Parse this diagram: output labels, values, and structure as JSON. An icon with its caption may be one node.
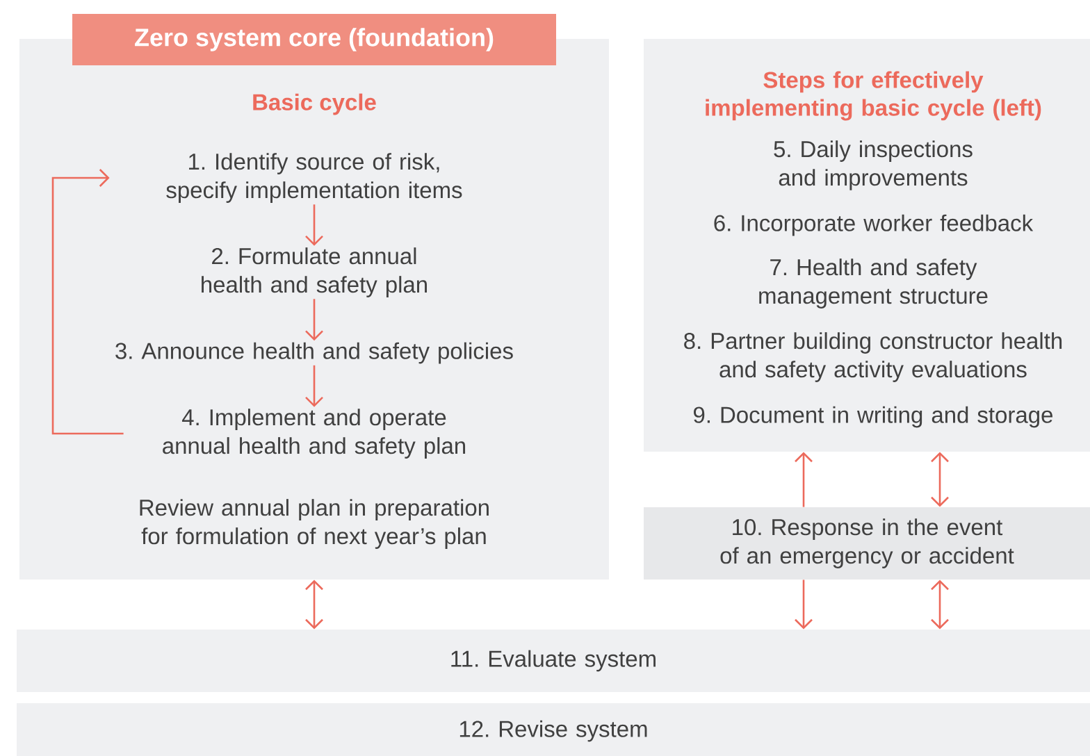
{
  "diagram": {
    "nodes": [
      {
        "text": [
          "Zero system core (foundation)",
          "Basic cycle"
        ]
      },
      {
        "text": [
          "1. Identify source of risk, specify implementation items"
        ],
        "in": 0
      },
      {
        "text": [
          "2. Formulate annual health and safety plan"
        ],
        "in": 0
      },
      {
        "text": [
          "3. Announce health and safety policies"
        ],
        "in": 0
      },
      {
        "text": [
          "4. Implement and operate annual health and safety plan"
        ],
        "in": 0
      },
      {
        "text": [
          "Steps for effectively implementing basic cycle (left)",
          "5. Daily inspections and improvements",
          "6. Incorporate worker feedback",
          "7. Health and safety management structure",
          "8. Partner building constructor health and safety activity evaluations",
          "9. Document in writing and storage"
        ]
      },
      {
        "text": [
          "10. Response in the event of an emergency or accident"
        ]
      },
      {
        "text": [
          "11. Evaluate system"
        ]
      },
      {
        "text": [
          "12. Revise system"
        ]
      }
    ],
    "edges": [
      {
        "from": 1,
        "to": 2,
        "arrow": "to"
      },
      {
        "from": 2,
        "to": 3,
        "arrow": "to"
      },
      {
        "from": 3,
        "to": 4,
        "arrow": "to"
      },
      {
        "from": 4,
        "to": 1,
        "arrow": "to"
      },
      {
        "from": 0,
        "to": 7,
        "arrow": "both"
      },
      {
        "from": 6,
        "to": 5,
        "arrow": "to"
      },
      {
        "from": 5,
        "to": 6,
        "arrow": "both"
      },
      {
        "from": 6,
        "to": 7,
        "arrow": "to"
      },
      {
        "from": 6,
        "to": 7,
        "arrow": "both"
      }
    ],
    "labels": [
      "Review annual plan in preparation for formulation of next year’s plan"
    ]
  }
}
